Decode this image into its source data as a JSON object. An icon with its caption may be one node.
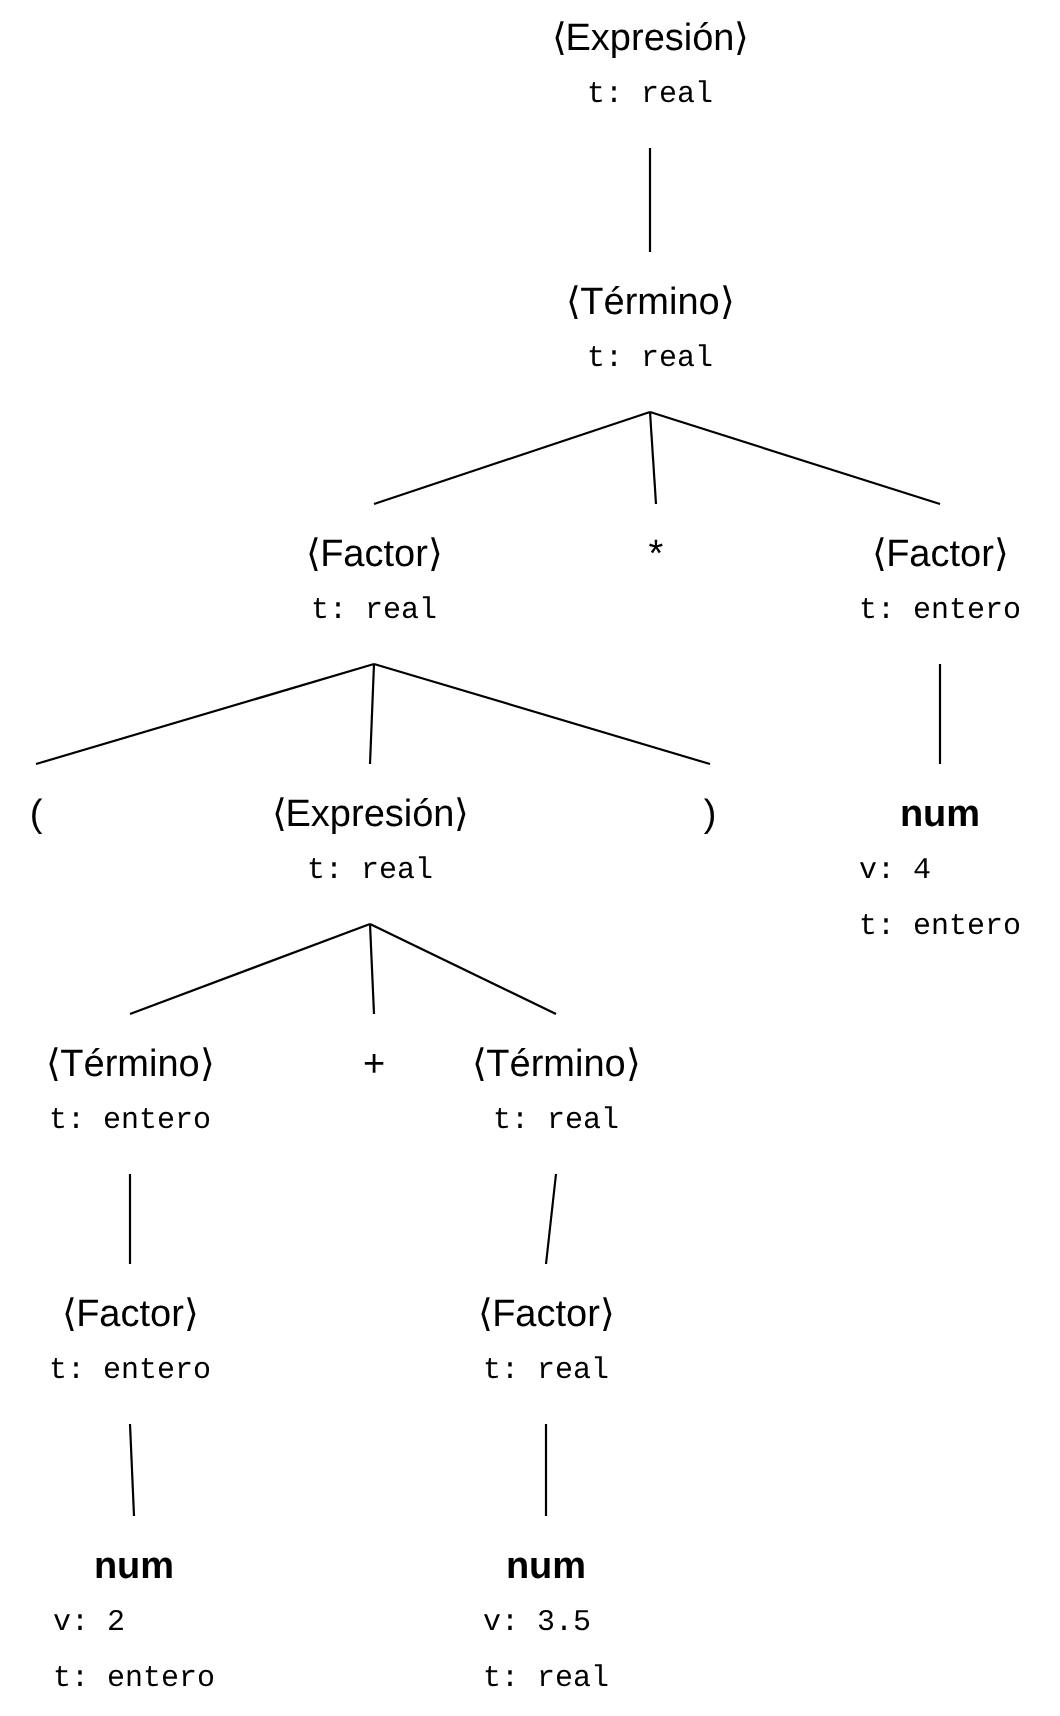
{
  "diagram": {
    "nodes": [
      {
        "text": [
          "⟨Expresión⟩",
          "t: real"
        ]
      },
      {
        "text": [
          "⟨Término⟩",
          "t: real"
        ]
      },
      {
        "text": [
          "⟨Factor⟩",
          "t: real"
        ]
      },
      {
        "text": [
          "*"
        ]
      },
      {
        "text": [
          "⟨Factor⟩",
          "t: entero"
        ]
      },
      {
        "text": [
          "("
        ]
      },
      {
        "text": [
          "⟨Expresión⟩",
          "t: real"
        ]
      },
      {
        "text": [
          ")"
        ]
      },
      {
        "text": [
          "num",
          "v: 4",
          "t: entero"
        ]
      },
      {
        "text": [
          "⟨Término⟩",
          "t: entero"
        ]
      },
      {
        "text": [
          "+"
        ]
      },
      {
        "text": [
          "⟨Término⟩",
          "t: real"
        ]
      },
      {
        "text": [
          "⟨Factor⟩",
          "t: entero"
        ]
      },
      {
        "text": [
          "⟨Factor⟩",
          "t: real"
        ]
      },
      {
        "text": [
          "num",
          "v: 2",
          "t: entero"
        ]
      },
      {
        "text": [
          "num",
          "v: 3.5",
          "t: real"
        ]
      }
    ],
    "edges": [
      {
        "from": 0,
        "to": 1,
        "arrow": "none"
      },
      {
        "from": 1,
        "to": 2,
        "arrow": "none"
      },
      {
        "from": 1,
        "to": 3,
        "arrow": "none"
      },
      {
        "from": 1,
        "to": 4,
        "arrow": "none"
      },
      {
        "from": 2,
        "to": 5,
        "arrow": "none"
      },
      {
        "from": 2,
        "to": 6,
        "arrow": "none"
      },
      {
        "from": 2,
        "to": 7,
        "arrow": "none"
      },
      {
        "from": 4,
        "to": 8,
        "arrow": "none"
      },
      {
        "from": 6,
        "to": 9,
        "arrow": "none"
      },
      {
        "from": 6,
        "to": 10,
        "arrow": "none"
      },
      {
        "from": 6,
        "to": 11,
        "arrow": "none"
      },
      {
        "from": 9,
        "to": 12,
        "arrow": "none"
      },
      {
        "from": 11,
        "to": 13,
        "arrow": "none"
      },
      {
        "from": 12,
        "to": 14,
        "arrow": "none"
      },
      {
        "from": 13,
        "to": 15,
        "arrow": "none"
      }
    ]
  }
}
